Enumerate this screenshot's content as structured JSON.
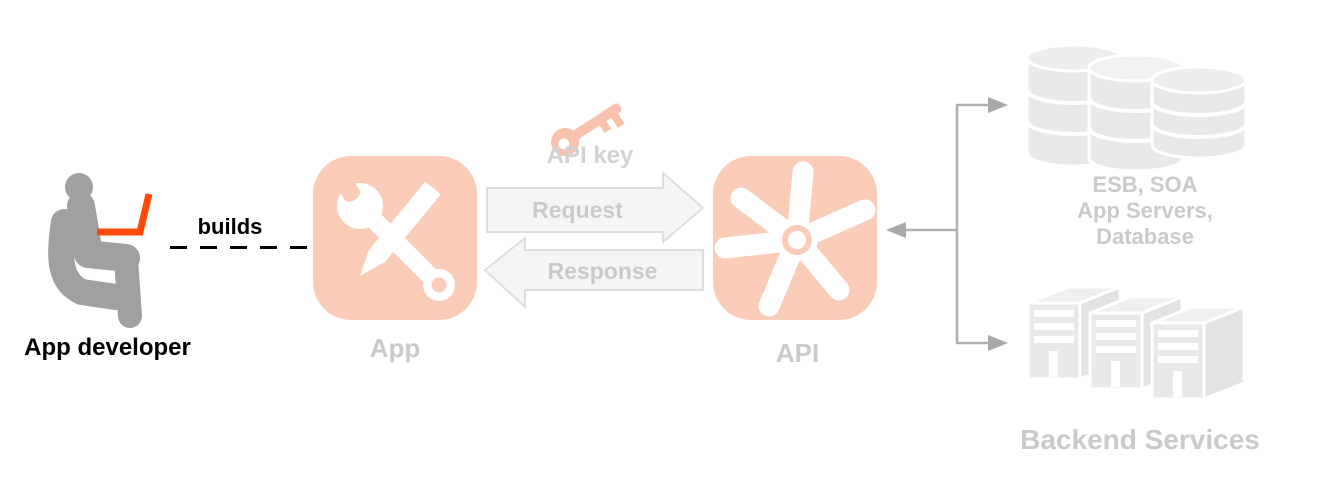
{
  "diagram": {
    "developer": {
      "name_label": "App developer",
      "builds_label": "builds"
    },
    "app": {
      "label": "App"
    },
    "flow": {
      "api_key_label": "API key",
      "request_label": "Request",
      "response_label": "Response"
    },
    "api": {
      "label": "API"
    },
    "backends": {
      "esb_line1": "ESB, SOA",
      "esb_line2": "App Servers,",
      "esb_line3": "Database",
      "services_label": "Backend Services"
    },
    "icons": {
      "developer": "seated-developer-laptop-icon",
      "app": "wrench-pencil-app-icon",
      "api_key": "key-icon",
      "api": "spoke-gear-api-icon",
      "databases": "database-stack-icon",
      "servers": "server-towers-icon",
      "request": "request-right-arrow-icon",
      "response": "response-left-arrow-icon",
      "connector": "branching-connector-arrows-icon"
    },
    "colors": {
      "icon_background": "#FBCDB9",
      "key_salmon": "#F9C2AE",
      "laptop_orange": "#FF4A0A",
      "person_gray": "#A0A0A0",
      "muted_label_gray": "#CACACA",
      "connector_gray": "#B1B1B1",
      "arrow_fill": "#F5F5F5",
      "arrow_border": "#DEDEDE",
      "backend_icon_gray": "#E9E9E9",
      "text_black": "#000000"
    }
  }
}
